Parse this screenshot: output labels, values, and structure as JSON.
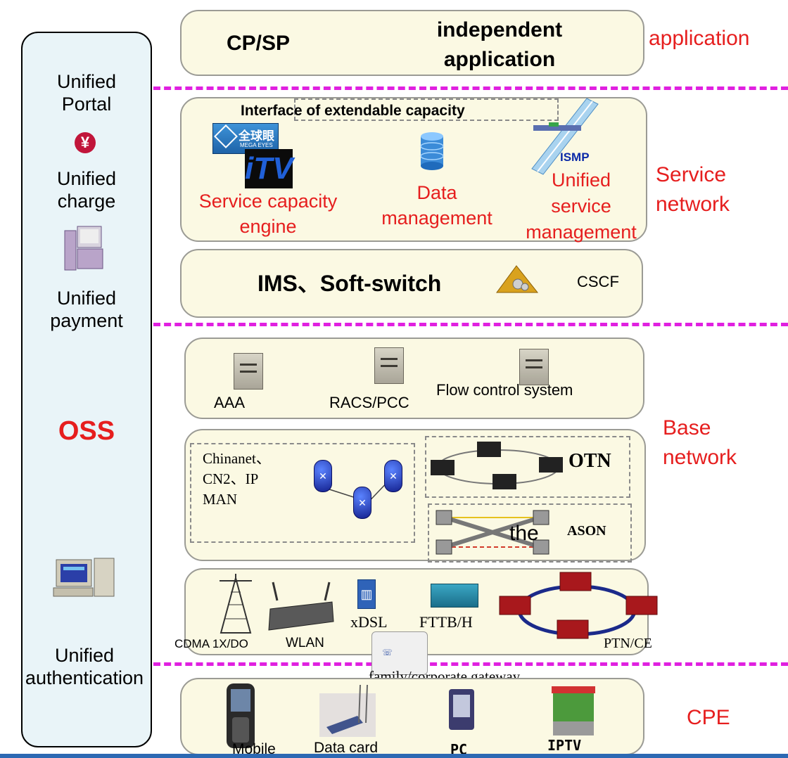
{
  "sidebar": {
    "unified_portal": "Unified\nPortal",
    "unified_charge": "Unified\ncharge",
    "unified_payment": "Unified\npayment",
    "oss": "OSS",
    "unified_authentication": "Unified\nauthentication",
    "yen_symbol": "¥"
  },
  "application_layer": {
    "cp_sp": "CP/SP",
    "independent_application": "independent\napplication",
    "side_label": "application"
  },
  "service_network": {
    "interface_label": "Interface of  extendable capacity",
    "mega_eyes_logo": "全球眼",
    "mega_eyes_sub": "MEGA EYES",
    "itv_logo": "iTV",
    "isdp_label": "ISMP",
    "service_capacity_engine": "Service  capacity\nengine",
    "data_management": "Data\nmanagement",
    "unified_service_management": "Unified\nservice\nmanagement",
    "side_label": "Service\nnetwork"
  },
  "ims_layer": {
    "title": "IMS、Soft-switch",
    "cscf": "CSCF"
  },
  "base_network": {
    "aaa": "AAA",
    "racs": "RACS/PCC",
    "flow_control": "Flow control system",
    "chinanet": "Chinanet、\nCN2、IP\nMAN",
    "otn": "OTN",
    "ason": "ASON",
    "ason_overlay": "the",
    "side_label": "Base\nnetwork"
  },
  "access_layer": {
    "cdma": "CDMA 1X/DO",
    "wlan": "WLAN",
    "xdsl": "xDSL",
    "fttb": "FTTB/H",
    "ptn": "PTN/CE",
    "gateway": "family/corporate gateway"
  },
  "cpe_layer": {
    "mobile": "Mobile",
    "data_card": "Data card",
    "pc": "PC",
    "iptv": "IPTV",
    "side_label": "CPE"
  },
  "colors": {
    "layer_fill": "#fbf9e3",
    "sidebar_fill": "#e9f4f8",
    "red_text": "#e61e1e",
    "dash_line": "#e020e0"
  }
}
